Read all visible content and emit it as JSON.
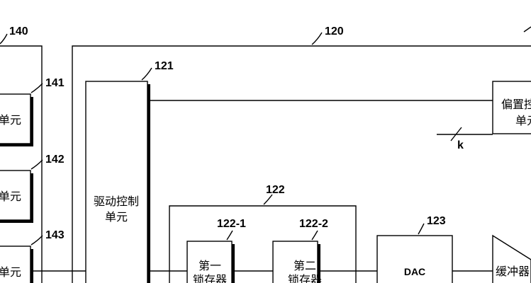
{
  "refs": {
    "r140": "140",
    "r141": "141",
    "r142": "142",
    "r143": "143",
    "r120": "120",
    "r121": "121",
    "r122": "122",
    "r122_1": "122-1",
    "r122_2": "122-2",
    "r123": "123",
    "k": "k"
  },
  "blocks": {
    "unit141": "单元",
    "unit142": "单元",
    "unit143": "单元",
    "drive_l1": "驱动控制",
    "drive_l2": "单元",
    "latch1_l1": "第一",
    "latch1_l2": "锁存器",
    "latch2_l1": "第二",
    "latch2_l2": "锁存器",
    "dac": "DAC",
    "bias_l1": "偏置控",
    "bias_l2": "单元",
    "buffer": "缓冲器"
  },
  "colors": {
    "line": "#000000",
    "background": "#ffffff"
  }
}
